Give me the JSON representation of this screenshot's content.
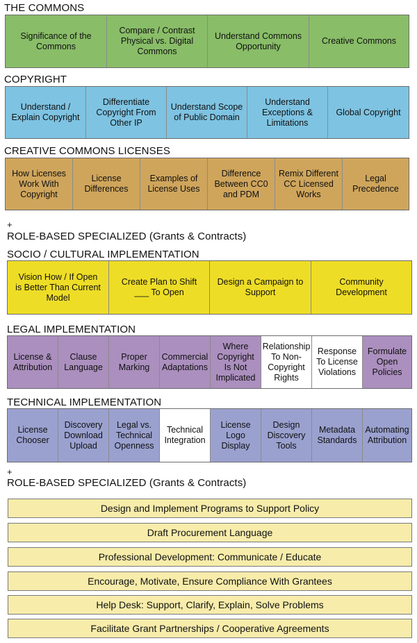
{
  "commons": {
    "heading": "THE COMMONS",
    "cells": [
      "Significance of the Commons",
      "Compare / Contrast Physical vs. Digital Commons",
      "Understand Commons Opportunity",
      "Creative Commons"
    ]
  },
  "copyright": {
    "heading": "COPYRIGHT",
    "cells": [
      "Understand / Explain Copyright",
      "Differentiate Copyright From Other IP",
      "Understand Scope of Public Domain",
      "Understand Exceptions & Limitations",
      "Global Copyright"
    ]
  },
  "cc_licenses": {
    "heading": "CREATIVE COMMONS LICENSES",
    "cells": [
      "How Licenses Work With Copyright",
      "License Differences",
      "Examples of License Uses",
      "Difference Between CC0 and PDM",
      "Remix Different CC Licensed Works",
      "Legal Precedence"
    ]
  },
  "role_based_1": {
    "plus": "+",
    "heading": "ROLE-BASED SPECIALIZED (Grants & Contracts)"
  },
  "socio": {
    "heading": "SOCIO / CULTURAL IMPLEMENTATION",
    "cells": [
      "Vision How / If Open is Better Than Current Model",
      "Create Plan to Shift ___ To Open",
      "Design a Campaign to Support",
      "Community Development"
    ]
  },
  "legal": {
    "heading": "LEGAL IMPLEMENTATION",
    "cells": [
      "License & Attribution",
      "Clause Language",
      "Proper Marking",
      "Commercial Adaptations",
      "Where Copyright Is Not Implicated",
      "Relationship To Non-Copyright Rights",
      "Response To License Violations",
      "Formulate Open Policies"
    ]
  },
  "technical": {
    "heading": "TECHNICAL IMPLEMENTATION",
    "cells": [
      "License Chooser",
      "Discovery Download Upload",
      "Legal vs. Technical Openness",
      "Technical Integration",
      "License Logo Display",
      "Design Discovery Tools",
      "Metadata Standards",
      "Automating Attribution"
    ]
  },
  "role_based_2": {
    "plus": "+",
    "heading": "ROLE-BASED SPECIALIZED (Grants & Contracts)"
  },
  "bars": [
    "Design and Implement Programs to Support Policy",
    "Draft Procurement Language",
    "Professional Development: Communicate / Educate",
    "Encourage, Motivate, Ensure Compliance With Grantees",
    "Help Desk: Support, Clarify, Explain, Solve Problems",
    "Facilitate Grant Partnerships / Cooperative Agreements"
  ],
  "colors": {
    "commons": "#89bd68",
    "copyright": "#7ec3e2",
    "cc_licenses": "#cfa55c",
    "socio": "#eedd26",
    "legal": "#ab8fbe",
    "technical": "#9aa1cf",
    "highlight": "#ffffff",
    "bars": "#f7ecaa"
  }
}
